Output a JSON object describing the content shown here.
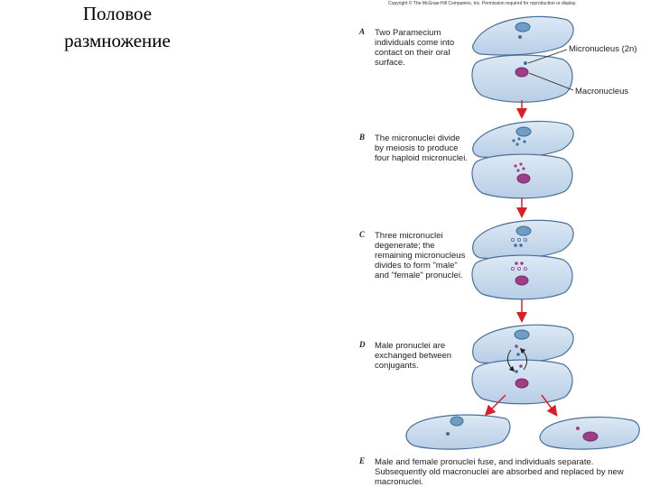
{
  "slide": {
    "title": "Половое размножение"
  },
  "figure": {
    "copyright": "Copyright © The McGraw-Hill Companies, Inc. Permission required for reproduction or display.",
    "steps": [
      {
        "letter": "A",
        "text": "Two Paramecium individuals come into contact on their oral surface."
      },
      {
        "letter": "B",
        "text": "The micronuclei divide by meiosis to produce four haploid micronuclei."
      },
      {
        "letter": "C",
        "text": "Three micronuclei degenerate; the remaining micronucleus divides to form \"male\" and \"female\" pronuclei."
      },
      {
        "letter": "D",
        "text": "Male pronuclei are exchanged between conjugants."
      },
      {
        "letter": "E",
        "text": "Male and female pronuclei fuse, and individuals separate. Subsequently old macronuclei are absorbed and replaced by new macronuclei."
      }
    ],
    "labels": {
      "micronucleus": "Micronucleus (2n)",
      "macronucleus": "Macronucleus"
    },
    "colors": {
      "cell_fill": "#c9dcef",
      "cell_stroke": "#4a6f96",
      "micronucleus": "#3d6f9c",
      "macronucleus": "#9c3f86",
      "arrow": "#d2232a"
    }
  }
}
